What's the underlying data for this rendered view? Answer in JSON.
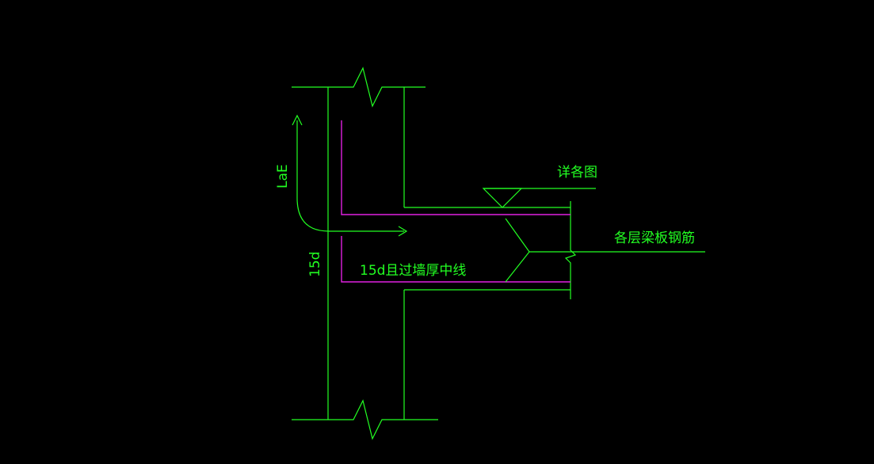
{
  "colors": {
    "background": "#000000",
    "structure_lines": "#22ff22",
    "rebar": "#e020e0",
    "text": "#22ff22"
  },
  "labels": {
    "detail_ref": "详各图",
    "floor_beam_slab_rebar": "各层梁板钢筋",
    "anchorage_lae": "LaE",
    "bend_15d": "15d",
    "bend_15d_past_wall_center": "15d且过墙厚中线"
  }
}
